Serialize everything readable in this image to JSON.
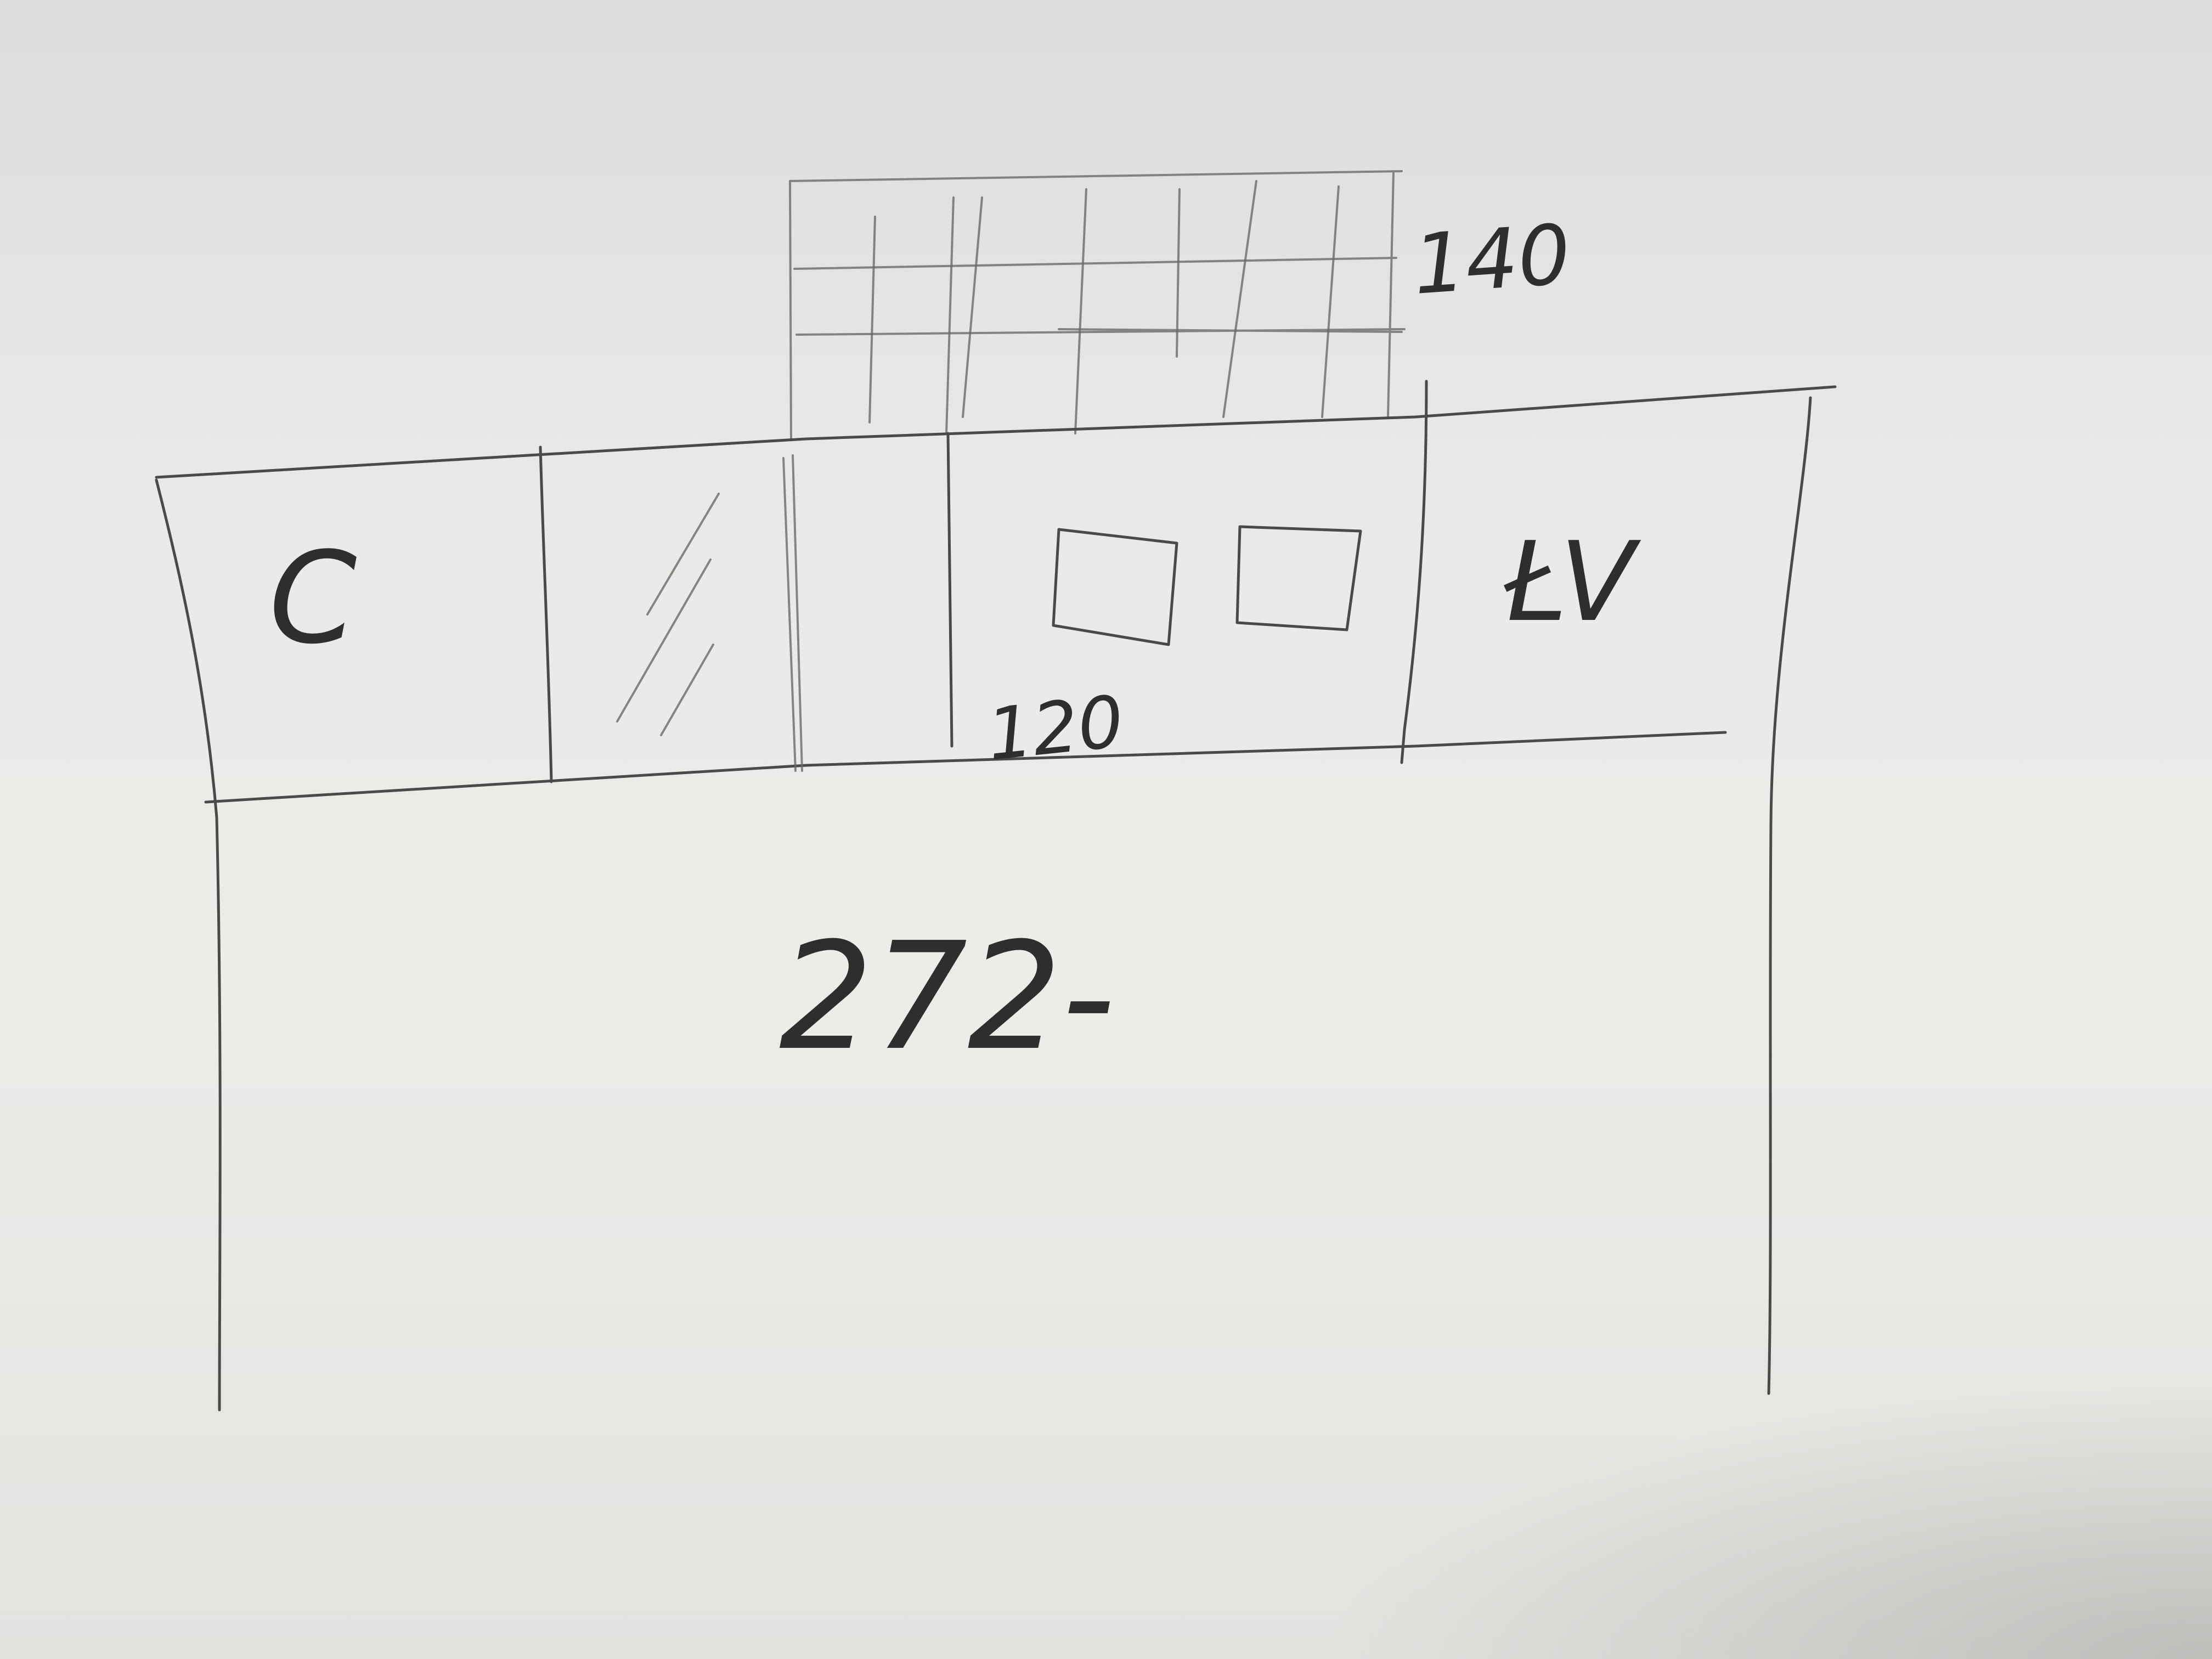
{
  "sketch": {
    "grid_label": "140",
    "bar_cells": {
      "left_cell_label": "C",
      "box_cell_label": "120",
      "right_cell_label": "ŁV"
    },
    "content_label": "272-"
  },
  "colors": {
    "paper": "#ececea",
    "pencil": "#4a4a4a",
    "ink": "#2e2e2e"
  }
}
